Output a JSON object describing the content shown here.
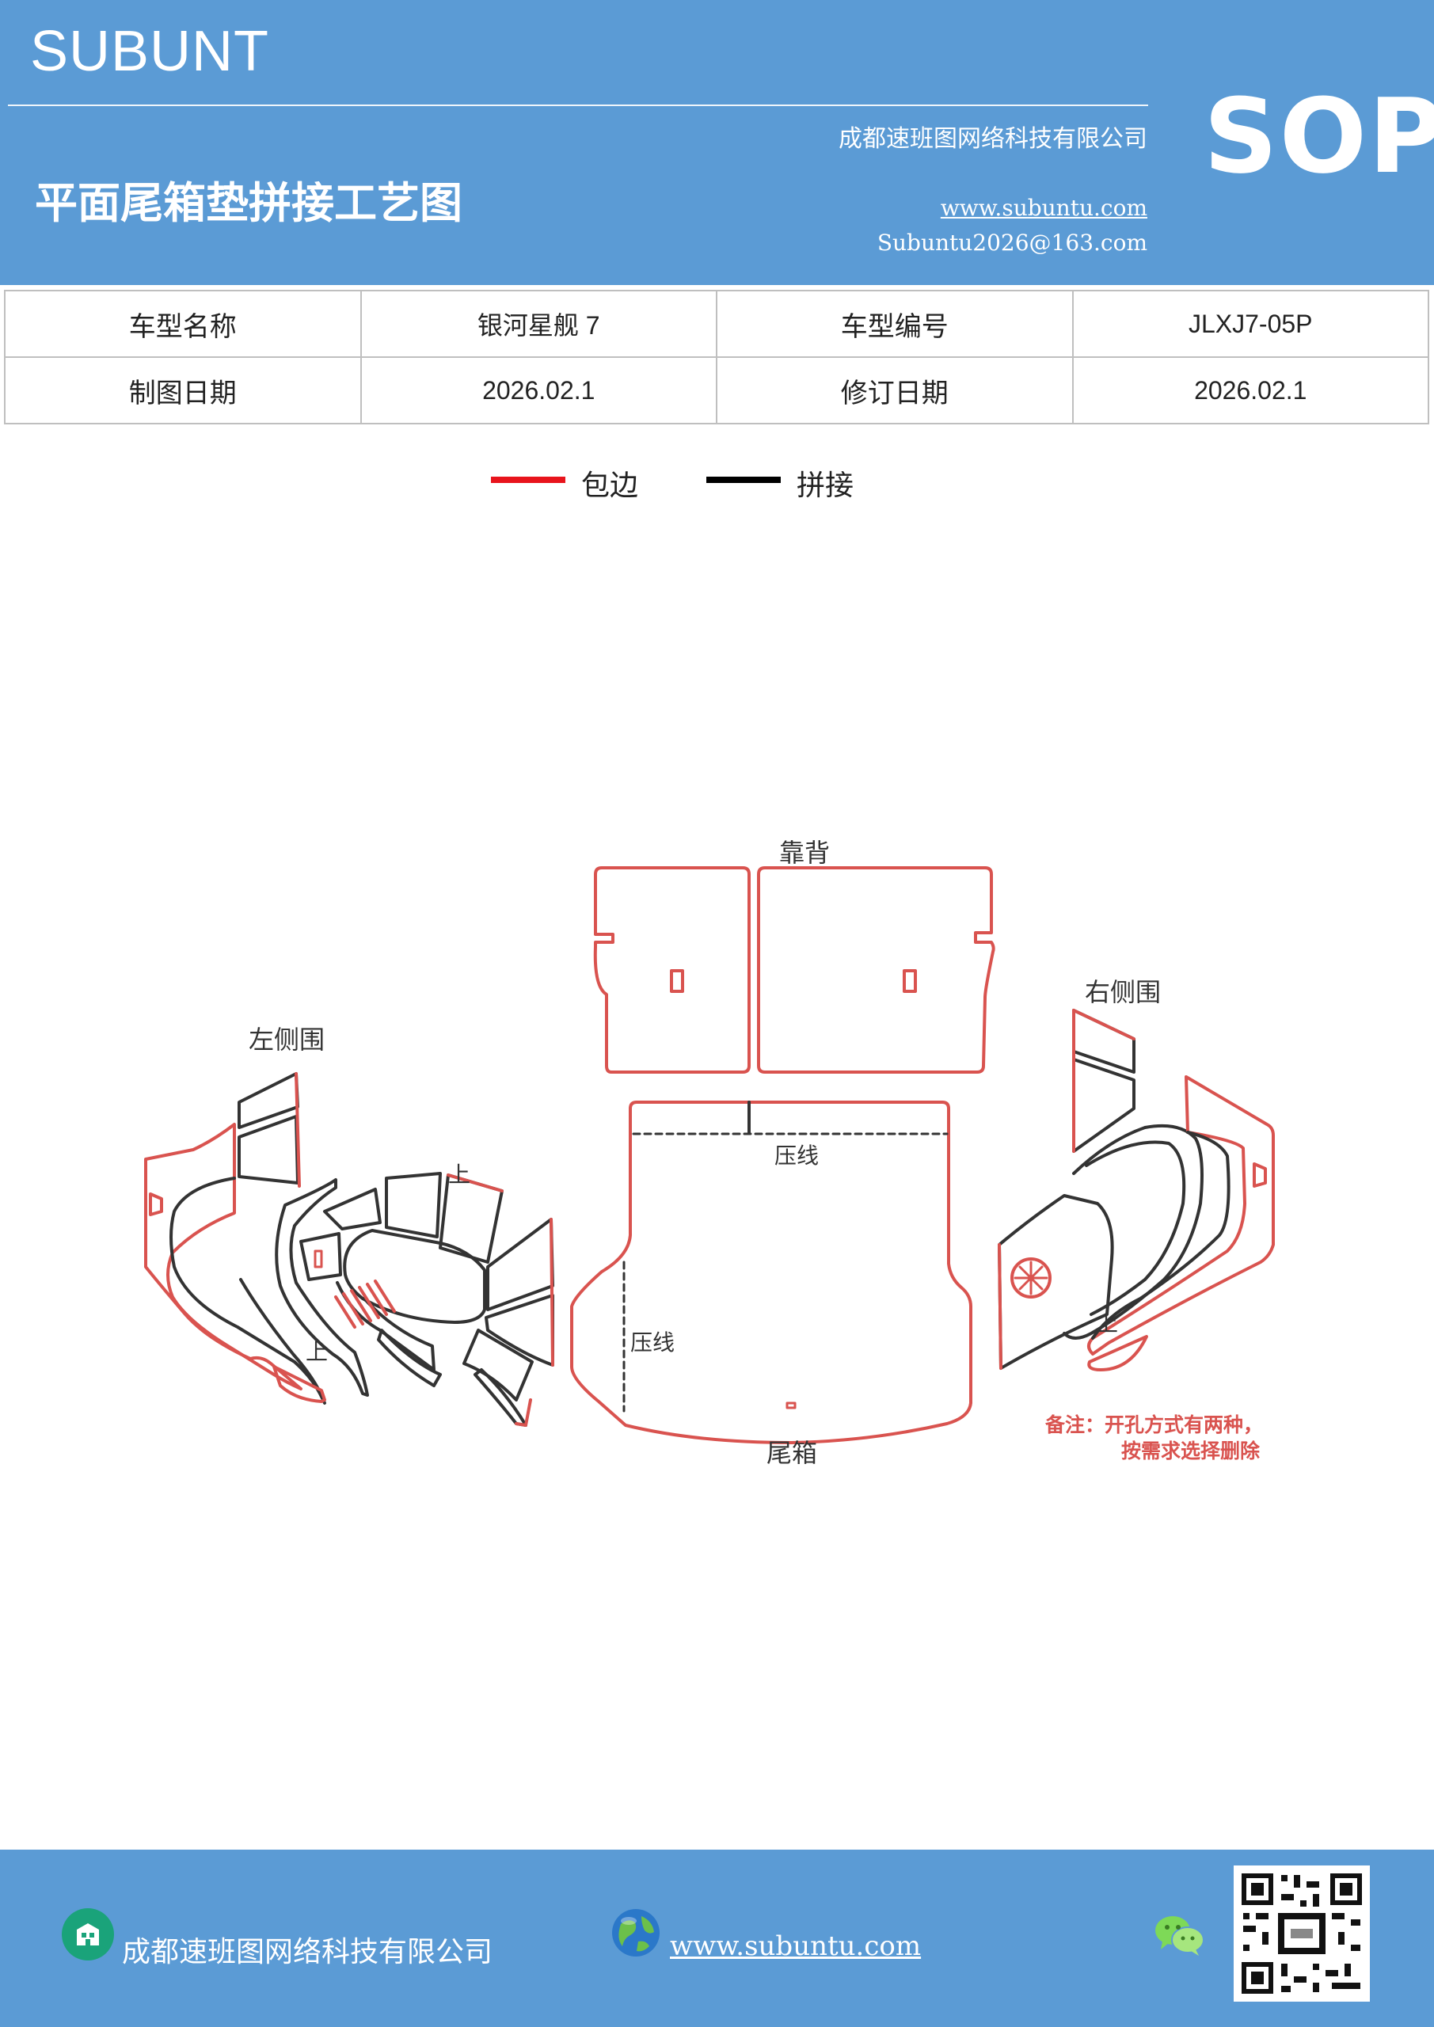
{
  "header": {
    "brand": "SUBUNT",
    "company": "成都速班图网络科技有限公司",
    "title": "平面尾箱垫拼接工艺图",
    "website": "www.subuntu.com",
    "email": "Subuntu2026@163.com",
    "badge": "SOP",
    "background_color": "#5b9bd5"
  },
  "info_table": {
    "rows": [
      [
        {
          "label": "车型名称",
          "value": "银河星舰 7"
        },
        {
          "label": "车型编号",
          "value": "JLXJ7-05P"
        }
      ],
      [
        {
          "label": "制图日期",
          "value": "2026.02.1"
        },
        {
          "label": "修订日期",
          "value": "2026.02.1"
        }
      ]
    ]
  },
  "legend": {
    "items": [
      {
        "label": "包边",
        "color": "#e8141c"
      },
      {
        "label": "拼接",
        "color": "#000000"
      }
    ]
  },
  "diagram": {
    "backrest_label": "靠背",
    "left_label": "左侧围",
    "right_label": "右侧围",
    "trunk_label": "尾箱",
    "press_line_top": "压线",
    "press_line_left": "压线",
    "up_mark": "上",
    "note_line1": "备注：开孔方式有两种，",
    "note_line2": "按需求选择删除",
    "edge_color": "#d9534f",
    "seam_color": "#333333"
  },
  "footer": {
    "company": "成都速班图网络科技有限公司",
    "website": "www.subuntu.com",
    "icons": [
      "building-icon",
      "globe-icon",
      "wechat-icon",
      "qr-code"
    ]
  }
}
